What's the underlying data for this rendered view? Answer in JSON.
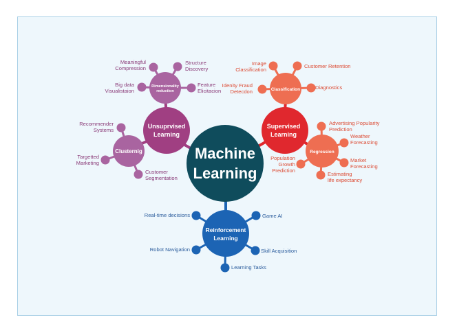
{
  "colors": {
    "panel_bg": "#eef7fc",
    "panel_border": "#a9d0e6",
    "core": "#0f4c5c",
    "unsupervised": "#a03f82",
    "unsupervised_light": "#a964a0",
    "unsupervised_text": "#8a3b78",
    "supervised": "#e0282e",
    "supervised_light": "#ee6e52",
    "supervised_text": "#dc4b34",
    "reinforcement": "#1c64b4",
    "reinforcement_text": "#2b5c9c"
  },
  "center": {
    "line1": "Machine",
    "line2": "Learning"
  },
  "unsupervised": {
    "line1": "Unsuprvised",
    "line2": "Learning",
    "dimensionality": {
      "line1": "Dimensionality",
      "line2": "reduction",
      "leaves": [
        {
          "line1": "Meaningful",
          "line2": "Compression"
        },
        {
          "line1": "Structure",
          "line2": "Discovery"
        },
        {
          "line1": "Big data",
          "line2": "Visualistaion"
        },
        {
          "line1": "Feature",
          "line2": "Elicitacion"
        }
      ]
    },
    "clustering": {
      "label": "Clusternig",
      "leaves": [
        {
          "line1": "Recommender",
          "line2": "Systems"
        },
        {
          "line1": "Targetted",
          "line2": "Marketing"
        },
        {
          "line1": "Customer",
          "line2": "Segmentation"
        }
      ]
    }
  },
  "supervised": {
    "line1": "Supervised",
    "line2": "Learning",
    "classification": {
      "label": "Classification",
      "leaves": [
        {
          "line1": "Image",
          "line2": "Classification"
        },
        {
          "line1": "Customer Retention",
          "line2": ""
        },
        {
          "line1": "Idenity Fraud",
          "line2": "Detecdon"
        },
        {
          "line1": "Diagnostics",
          "line2": ""
        }
      ]
    },
    "regression": {
      "label": "Regression",
      "leaves": [
        {
          "line1": "Advertising Popularity",
          "line2": "Prediction"
        },
        {
          "line1": "Weather",
          "line2": "Forecasting"
        },
        {
          "line1": "Market",
          "line2": "Forecasting"
        },
        {
          "line1": "Estimating",
          "line2": "life expectancy"
        },
        {
          "line1": "Population",
          "line2": "Growth",
          "line3": "Prediction"
        }
      ]
    }
  },
  "reinforcement": {
    "line1": "Reinforcement",
    "line2": "Learning",
    "leaves": [
      {
        "line1": "Real-time decisions"
      },
      {
        "line1": "Game AI"
      },
      {
        "line1": "Robot Navigation"
      },
      {
        "line1": "Skill Acquisition"
      },
      {
        "line1": "Learning Tasks"
      }
    ]
  }
}
